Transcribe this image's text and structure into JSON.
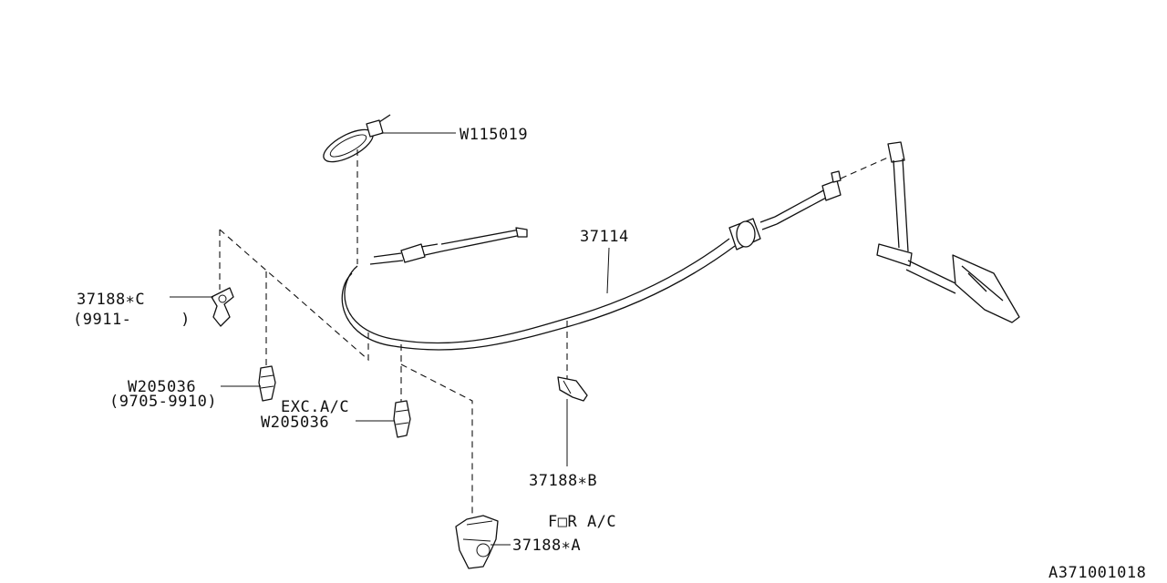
{
  "labels": {
    "w115019": "W115019",
    "p37114": "37114",
    "p37188c": "37188∗C",
    "p37188c_range": "(9911-     )",
    "w205036_a": "W205036",
    "w205036_a_range": "(9705-9910)",
    "exc_ac": "EXC.A/C",
    "w205036_b": "W205036",
    "p37188b": "37188∗B",
    "for_ac": "F□R A/C",
    "p37188a": "37188∗A",
    "diagram_id": "A371001018"
  }
}
